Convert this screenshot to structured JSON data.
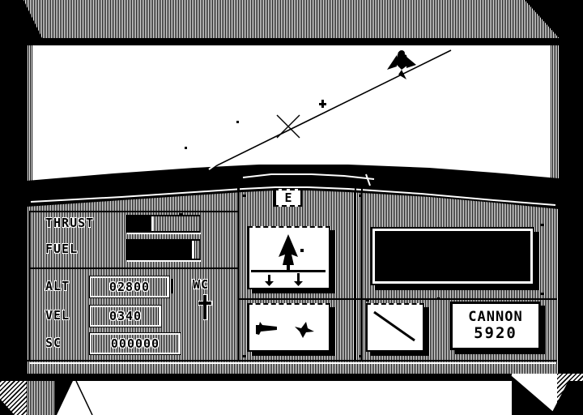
{
  "colors": {
    "ink": "#000000",
    "paper": "#ffffff"
  },
  "window": {
    "compass_heading": "E"
  },
  "instruments": {
    "thrust": {
      "label": "THRUST",
      "fill": "33%"
    },
    "fuel": {
      "label": "FUEL",
      "fill": "90%"
    },
    "alt": {
      "label": "ALT",
      "value": "02800"
    },
    "vel": {
      "label": "VEL",
      "value": "0340"
    },
    "score": {
      "label": "SC",
      "value": "000000"
    },
    "weapon_mode": {
      "label": "WC"
    }
  },
  "weapon_panel": {
    "name": "CANNON",
    "ammo": "5920"
  },
  "icons": {
    "enemy_ship": "delta-wing-fighter",
    "distant_enemy": "small-aircraft-cross",
    "crosshair": "x-reticle",
    "player_ship": "up-arrowhead-jet",
    "down_arrows": "double-down-arrow",
    "aircraft_blips": "side-view-aircraft-pair",
    "trajectory": "descending-diagonal-line",
    "weapon_cross": "up-cross-marker"
  }
}
